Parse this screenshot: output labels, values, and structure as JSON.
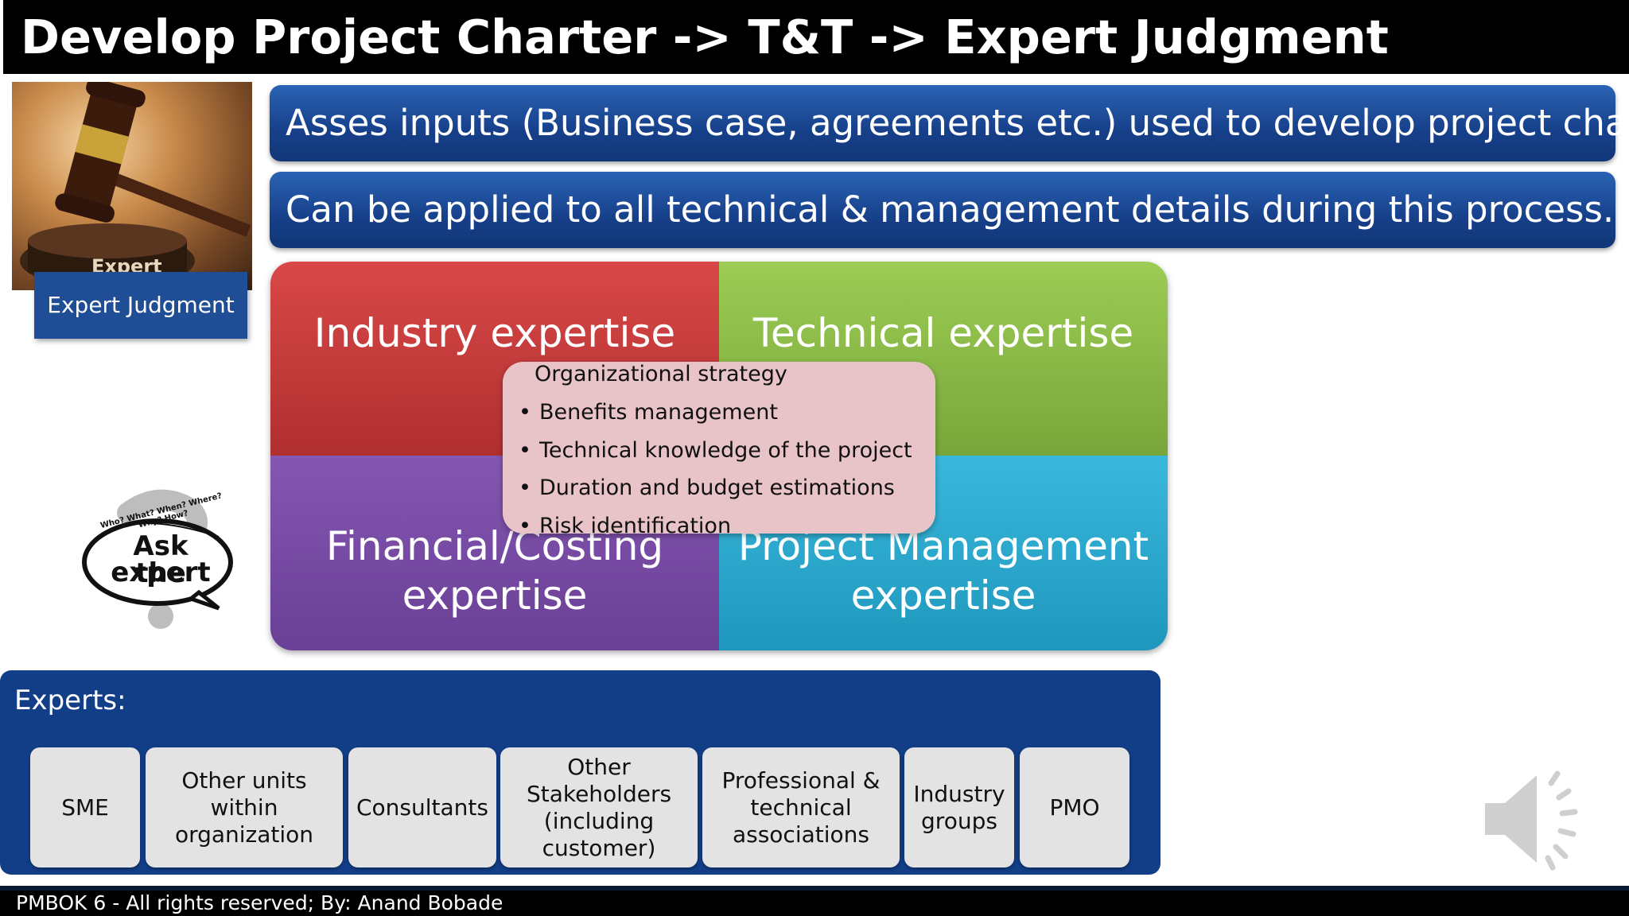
{
  "slide": {
    "title": "Develop Project Charter -> T&T -> Expert Judgment"
  },
  "image": {
    "plaque_text": "Expert",
    "caption": "Expert Judgment"
  },
  "banners": [
    "Asses inputs (Business case, agreements etc.) used to develop project charter.",
    "Can be applied to all technical & management details during this process."
  ],
  "matrix": {
    "industry": "Industry expertise",
    "technical": "Technical expertise",
    "financial": [
      "Financial/Costing",
      "expertise"
    ],
    "project_management": [
      "Project Management",
      "expertise"
    ],
    "center": {
      "first": "Organizational strategy",
      "items": [
        "Benefits management",
        "Technical knowledge of the project",
        "Duration and budget estimations",
        "Risk identification"
      ]
    }
  },
  "ask_expert": {
    "line1": "Ask the",
    "line2": "expert",
    "arc": "Who? What? When? Where? Why? How?"
  },
  "experts": {
    "title": "Experts:",
    "items": [
      [
        "SME"
      ],
      [
        "Other units",
        "within",
        "organization"
      ],
      [
        "Consultants"
      ],
      [
        "Other",
        "Stakeholders",
        "(including",
        "customer)"
      ],
      [
        "Professional &",
        "technical",
        "associations"
      ],
      [
        "Industry",
        "groups"
      ],
      [
        "PMO"
      ]
    ]
  },
  "footer": {
    "text": "PMBOK 6 - All rights reserved; By: Anand Bobade"
  },
  "icons": {
    "speaker": "speaker-icon",
    "gavel": "gavel-icon"
  }
}
